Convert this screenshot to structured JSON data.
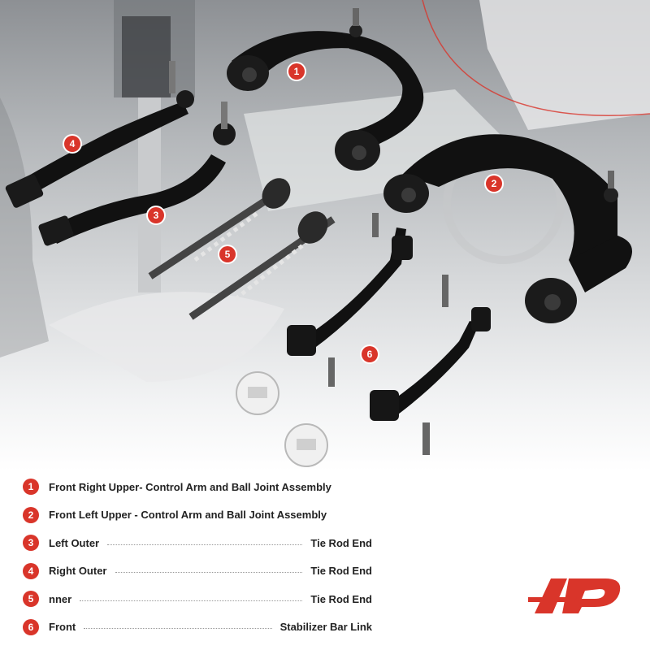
{
  "callouts": [
    "1",
    "2",
    "3",
    "4",
    "5",
    "6"
  ],
  "legend": [
    {
      "num": "1",
      "text": "Front Right Upper- Control Arm and Ball Joint Assembly"
    },
    {
      "num": "2",
      "text": "Front Left Upper -  Control Arm and Ball Joint Assembly"
    },
    {
      "num": "3",
      "label": "Left Outer",
      "value": "Tie Rod End"
    },
    {
      "num": "4",
      "label": "Right Outer",
      "value": "Tie Rod End"
    },
    {
      "num": "5",
      "label": "nner",
      "value": "Tie Rod End"
    },
    {
      "num": "6",
      "label": "Front",
      "value": "Stabilizer Bar Link"
    }
  ],
  "colors": {
    "accent": "#d9352a",
    "part": "#111111",
    "text": "#222222"
  },
  "logo_icon": "brand-logo-icon"
}
